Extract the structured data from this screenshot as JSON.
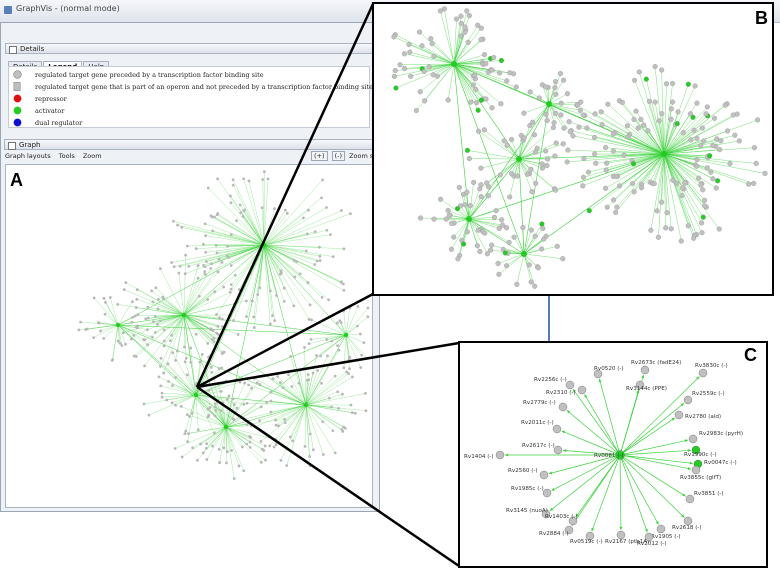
{
  "window": {
    "title": "GraphVis - (normal mode)"
  },
  "details_panel": {
    "title": "Details"
  },
  "tabs": [
    {
      "label": "Details",
      "active": false
    },
    {
      "label": "Legend",
      "active": true
    },
    {
      "label": "Help",
      "active": false
    }
  ],
  "legend": [
    {
      "symbol": "circle",
      "color": "#c0c0c0",
      "text": "regulated target gene preceded by a transcription factor binding site"
    },
    {
      "symbol": "square",
      "color": "#c0c0c0",
      "text": "regulated target gene that is part of an operon and not preceded by a transcription factor binding site"
    },
    {
      "symbol": "circle",
      "color": "#e01010",
      "text": "repressor"
    },
    {
      "symbol": "circle",
      "color": "#22cc22",
      "text": "activator"
    },
    {
      "symbol": "circle",
      "color": "#1010d0",
      "text": "dual regulator"
    }
  ],
  "graph_panel": {
    "title": "Graph",
    "menu": [
      "Graph layouts",
      "Tools",
      "Zoom"
    ],
    "zoom_buttons": [
      "(+)",
      "(-)"
    ],
    "zoom_label": "Zoom selec"
  },
  "panel_labels": {
    "a": "A",
    "b": "B",
    "c": "C"
  },
  "colors": {
    "node_gray": "#c0c0c0",
    "activator": "#22cc22",
    "edge": "#3cd23c"
  },
  "detail_c": {
    "center_label": "Rv0081 (-)",
    "nodes": [
      {
        "label": "Rv0520 (-)",
        "color": "gray"
      },
      {
        "label": "Rv2673c (fadE24)",
        "color": "gray"
      },
      {
        "label": "Rv3830c (-)",
        "color": "gray"
      },
      {
        "label": "Rv2256c (-)",
        "color": "gray"
      },
      {
        "label": "Rv2310 (-)",
        "color": "gray"
      },
      {
        "label": "Rv3144c (PPE)",
        "color": "gray"
      },
      {
        "label": "Rv2779c (-)",
        "color": "gray"
      },
      {
        "label": "Rv2559c (-)",
        "color": "gray"
      },
      {
        "label": "Rv2780 (ald)",
        "color": "gray"
      },
      {
        "label": "Rv2011c (-)",
        "color": "gray"
      },
      {
        "label": "Rv2983c (pyrH)",
        "color": "gray"
      },
      {
        "label": "Rv2617c (-)",
        "color": "gray"
      },
      {
        "label": "Rv1990c (-)",
        "color": "green"
      },
      {
        "label": "Rv1404 (-)",
        "color": "gray"
      },
      {
        "label": "Rv0047c (-)",
        "color": "green"
      },
      {
        "label": "Rv3855c (glfT)",
        "color": "gray"
      },
      {
        "label": "Rv2560 (-)",
        "color": "gray"
      },
      {
        "label": "Rv1985c (-)",
        "color": "gray"
      },
      {
        "label": "Rv3851 (-)",
        "color": "gray"
      },
      {
        "label": "Rv3145 (nuoA)",
        "color": "gray"
      },
      {
        "label": "Rv1403c (-)",
        "color": "gray"
      },
      {
        "label": "Rv2618 (-)",
        "color": "gray"
      },
      {
        "label": "Rv2884 (-)",
        "color": "gray"
      },
      {
        "label": "Rv1905 (-)",
        "color": "gray"
      },
      {
        "label": "Rv0519c (-)",
        "color": "gray"
      },
      {
        "label": "Rv2167 (ptb1A)",
        "color": "gray"
      },
      {
        "label": "Rv2012 (-)",
        "color": "gray"
      }
    ]
  }
}
